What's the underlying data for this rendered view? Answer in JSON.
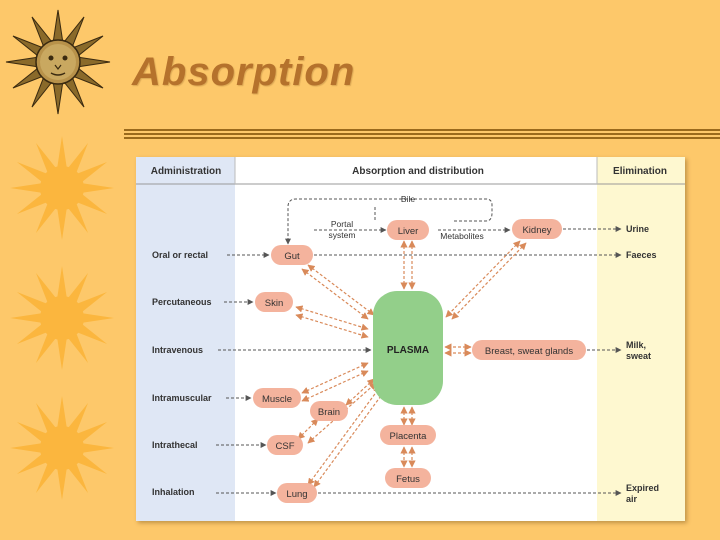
{
  "slide": {
    "title": "Absorption"
  },
  "diagram": {
    "headers": {
      "administration": "Administration",
      "absorption": "Absorption and distribution",
      "elimination": "Elimination"
    },
    "routes": [
      "Oral or rectal",
      "Percutaneous",
      "Intravenous",
      "Intramuscular",
      "Intrathecal",
      "Inhalation"
    ],
    "nodes": {
      "gut": "Gut",
      "skin": "Skin",
      "muscle": "Muscle",
      "brain": "Brain",
      "csf": "CSF",
      "lung": "Lung",
      "liver": "Liver",
      "kidney": "Kidney",
      "plasma": "PLASMA",
      "breast": "Breast, sweat glands",
      "placenta": "Placenta",
      "fetus": "Fetus"
    },
    "labels": {
      "bile": "Bile",
      "portal_line1": "Portal",
      "portal_line2": "system",
      "metabolites": "Metabolites"
    },
    "eliminations": {
      "urine": "Urine",
      "faeces": "Faeces",
      "milk_line1": "Milk,",
      "milk_line2": "sweat",
      "expired_line1": "Expired",
      "expired_line2": "air"
    },
    "colors": {
      "admin_col": "#dfe7f5",
      "elim_col": "#fef8d0",
      "node_fill": "#f4b39d",
      "plasma_fill": "#93cf8a",
      "arrow": "#d98a5a"
    }
  }
}
